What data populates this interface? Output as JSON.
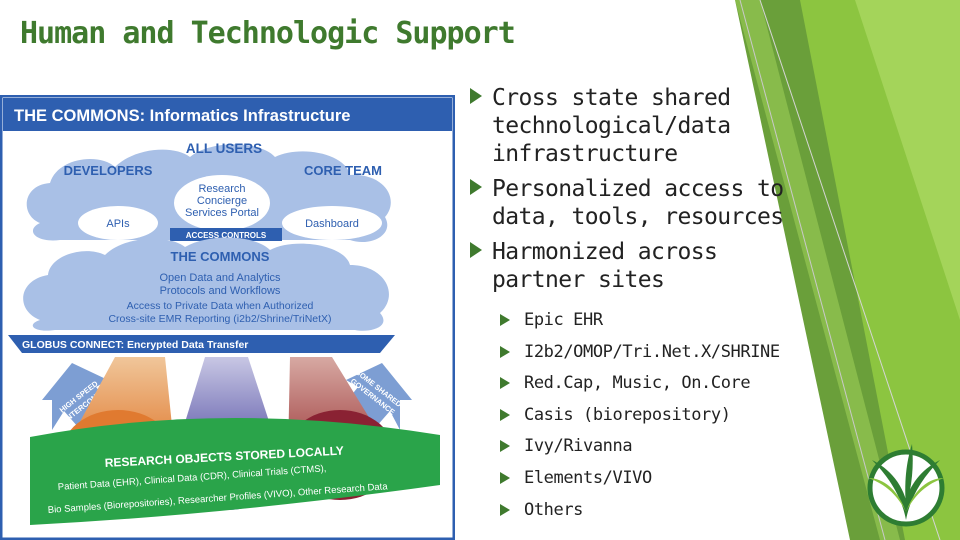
{
  "title": "Human and Technologic Support",
  "diagram": {
    "header": "THE COMMONS: Informatics Infrastructure",
    "all_users": "ALL USERS",
    "developers": "DEVELOPERS",
    "core_team": "CORE TEAM",
    "portal_l1": "Research",
    "portal_l2": "Concierge",
    "portal_l3": "Services Portal",
    "apis": "APIs",
    "dashboard": "Dashboard",
    "access_controls": "ACCESS CONTROLS",
    "the_commons": "THE COMMONS",
    "commons_l1": "Open Data and Analytics",
    "commons_l2": "Protocols and Workflows",
    "commons_l3": "Access to Private Data when Authorized",
    "commons_l4": "Cross-site EMR Reporting (i2b2/Shrine/TriNetX)",
    "globus": "GLOBUS CONNECT: Encrypted Data Transfer",
    "left_arrow_l1": "HIGH SPEED",
    "left_arrow_l2": "INTERCONNECT",
    "right_arrow_l1": "SOME SHARED",
    "right_arrow_l2": "GOVERNANCE",
    "research_objects": "RESEARCH OBJECTS STORED LOCALLY",
    "ro_l1": "Patient Data (EHR), Clinical Data (CDR), Clinical Trials (CTMS),",
    "ro_l2": "Bio Samples (Biorepositories), Researcher Profiles (VIVO), Other Research Data"
  },
  "bullets": [
    "Cross state shared technological/data infrastructure",
    "Personalized access to data, tools, resources",
    "Harmonized across partner sites"
  ],
  "sub_bullets": [
    "Epic EHR",
    "I2b2/OMOP/Tri.Net.X/SHRINE",
    "Red.Cap, Music, On.Core",
    "Casis (biorepository)",
    "Ivy/Rivanna",
    "Elements/VIVO",
    "Others"
  ],
  "colors": {
    "title": "#3f7a2e",
    "diagram_blue": "#2e5fb0",
    "cloud": "#a9c0e6",
    "green_band": "#2aa44a",
    "deco_green": "#8cc540"
  },
  "icons": {
    "bullet": "arrow-bullet-icon",
    "logo": "plant-logo-icon"
  }
}
